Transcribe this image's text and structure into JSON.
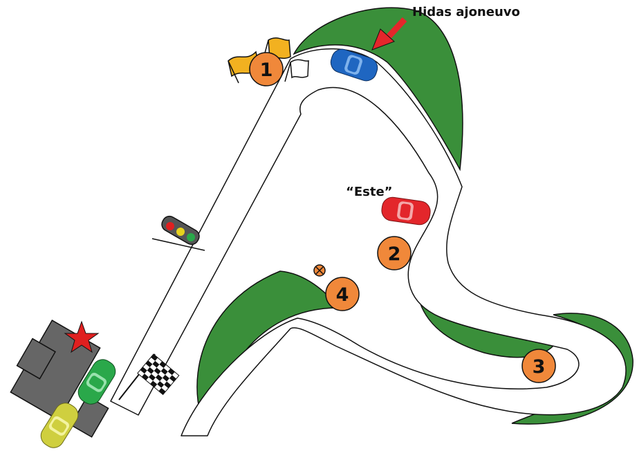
{
  "labels": {
    "slow_vehicle": "Hidas ajoneuvo",
    "obstacle": "“Este”"
  },
  "markers": [
    "1",
    "2",
    "3",
    "4"
  ],
  "colors": {
    "grass": "#3a8f3a",
    "marker": "#f0883a",
    "arrow": "#e5262b",
    "car_blue": "#1f66c1",
    "car_red": "#e3262b",
    "car_green": "#2aa84a",
    "car_yellow": "#cfcf3f",
    "building": "#666666",
    "star": "#e02020"
  }
}
